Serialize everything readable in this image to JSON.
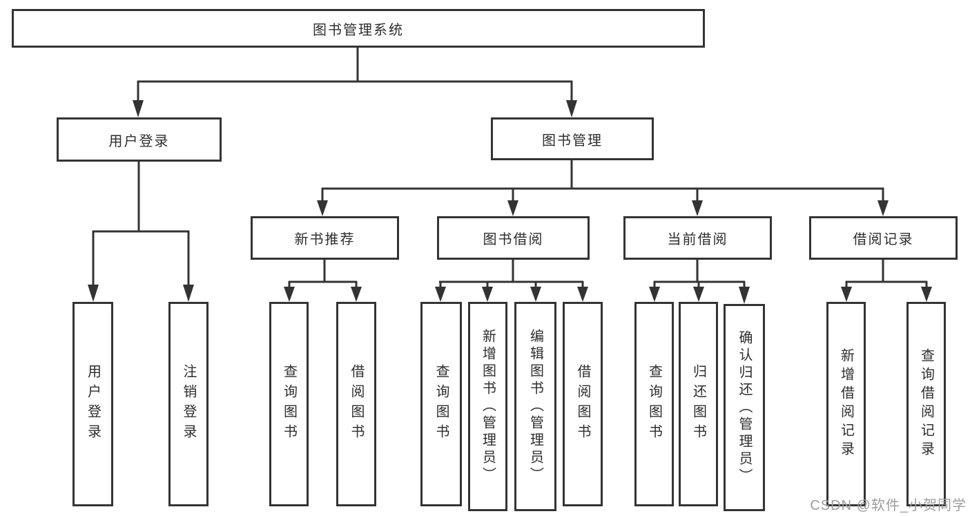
{
  "tree": {
    "root": {
      "label": "图书管理系统"
    },
    "level2": [
      {
        "label": "用户登录"
      },
      {
        "label": "图书管理"
      }
    ],
    "level3": [
      {
        "label": "新书推荐"
      },
      {
        "label": "图书借阅"
      },
      {
        "label": "当前借阅"
      },
      {
        "label": "借阅记录"
      }
    ],
    "leaves": [
      {
        "label": "用户登录"
      },
      {
        "label": "注销登录"
      },
      {
        "label": "查询图书"
      },
      {
        "label": "借阅图书"
      },
      {
        "label": "查询图书"
      },
      {
        "label": "新增图书（管理员）"
      },
      {
        "label": "编辑图书（管理员）"
      },
      {
        "label": "借阅图书"
      },
      {
        "label": "查询图书"
      },
      {
        "label": "归还图书"
      },
      {
        "label": "确认归还（管理员）"
      },
      {
        "label": "新增借阅记录"
      },
      {
        "label": "查询借阅记录"
      }
    ]
  },
  "watermark": "CSDN @软件_小贺同学",
  "colors": {
    "line": "#333333",
    "text": "#2d2d2d",
    "box-bg": "#ffffff",
    "bg": "#ffffff",
    "watermark": "#9c9c9c"
  }
}
